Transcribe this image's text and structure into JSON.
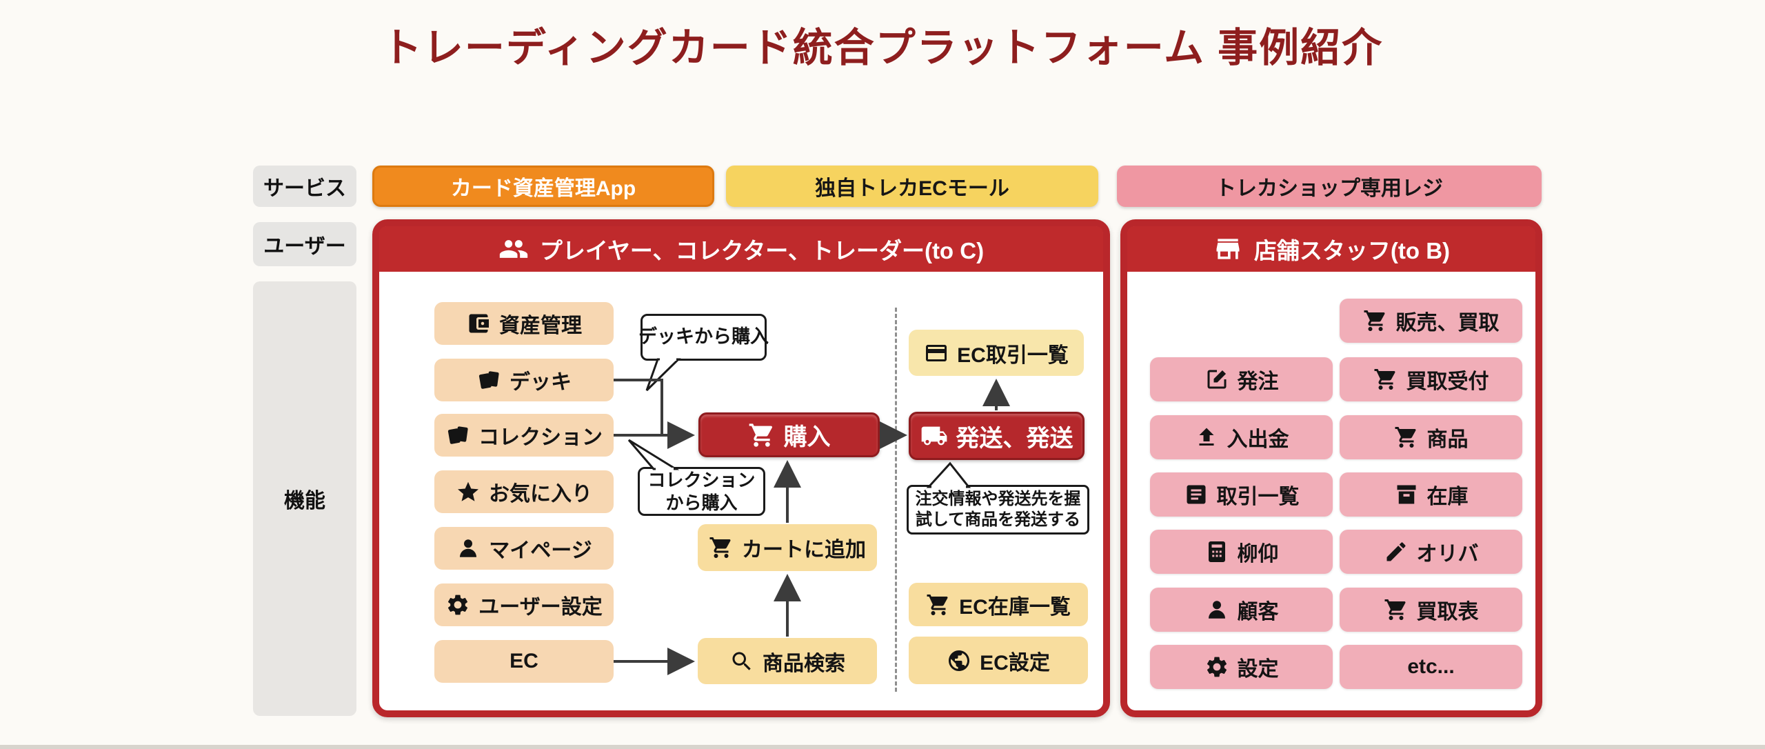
{
  "title": "トレーディングカード統合プラットフォーム 事例紹介",
  "row_labels": {
    "service": "サービス",
    "user": "ユーザー",
    "feature": "機能"
  },
  "services": {
    "asset_app": "カード資産管理App",
    "ec_mall": "独自トレカECモール",
    "shop_register": "トレカショップ専用レジ"
  },
  "to_c": {
    "header": "プレイヤー、コレクター、トレーダー(to C)",
    "header_icon": "people-icon",
    "features": [
      {
        "label": "資産管理",
        "icon": "wallet-icon"
      },
      {
        "label": "デッキ",
        "icon": "cards-icon"
      },
      {
        "label": "コレクション",
        "icon": "cards-icon"
      },
      {
        "label": "お気に入り",
        "icon": "star-icon"
      },
      {
        "label": "マイページ",
        "icon": "person-icon"
      },
      {
        "label": "ユーザー設定",
        "icon": "gear-icon"
      },
      {
        "label": "EC",
        "icon": null
      }
    ],
    "bubble_deck": "デッキから購入",
    "bubble_collection_line1": "コレクション",
    "bubble_collection_line2": "から購入",
    "purchase": {
      "label": "購入",
      "icon": "cart-icon"
    },
    "add_to_cart": {
      "label": "カートに追加",
      "icon": "cart-icon"
    },
    "product_search": {
      "label": "商品検索",
      "icon": "search-icon"
    },
    "ec_transactions": {
      "label": "EC取引一覧",
      "icon": "credit-card-icon"
    },
    "shipping": {
      "label": "発送、発送",
      "icon": "truck-icon"
    },
    "shipping_note_line1": "注交情報や発送先を握",
    "shipping_note_line2": "試して商品を発送する",
    "ec_stock": {
      "label": "EC在庫一覧",
      "icon": "cart-icon"
    },
    "ec_settings": {
      "label": "EC設定",
      "icon": "globe-icon"
    }
  },
  "to_b": {
    "header": "店舗スタッフ(to B)",
    "header_icon": "store-icon",
    "buttons": [
      {
        "label": "販売、買取",
        "icon": "cart-icon"
      },
      {
        "label": "発注",
        "icon": "edit-icon"
      },
      {
        "label": "買取受付",
        "icon": "cart-icon"
      },
      {
        "label": "入出金",
        "icon": "upload-icon"
      },
      {
        "label": "商品",
        "icon": "cart-icon"
      },
      {
        "label": "取引一覧",
        "icon": "list-icon"
      },
      {
        "label": "在庫",
        "icon": "box-icon"
      },
      {
        "label": "柳仰",
        "icon": "calculator-icon"
      },
      {
        "label": "オリバ",
        "icon": "pen-icon"
      },
      {
        "label": "顧客",
        "icon": "person-icon"
      },
      {
        "label": "買取表",
        "icon": "cart-icon"
      },
      {
        "label": "設定",
        "icon": "gear-icon"
      },
      {
        "label": "etc...",
        "icon": null
      }
    ]
  },
  "colors": {
    "title_red": "#8e1e1e",
    "frame_red": "#b9272b",
    "action_red": "#b5282c",
    "service_orange": "#f08a1e",
    "service_yellow": "#f6d35f",
    "service_pink": "#ef97a2",
    "feature_peach": "#f7d7b2",
    "flow_yellow": "#f8dd9e",
    "tob_pink": "#f1aeb8"
  }
}
